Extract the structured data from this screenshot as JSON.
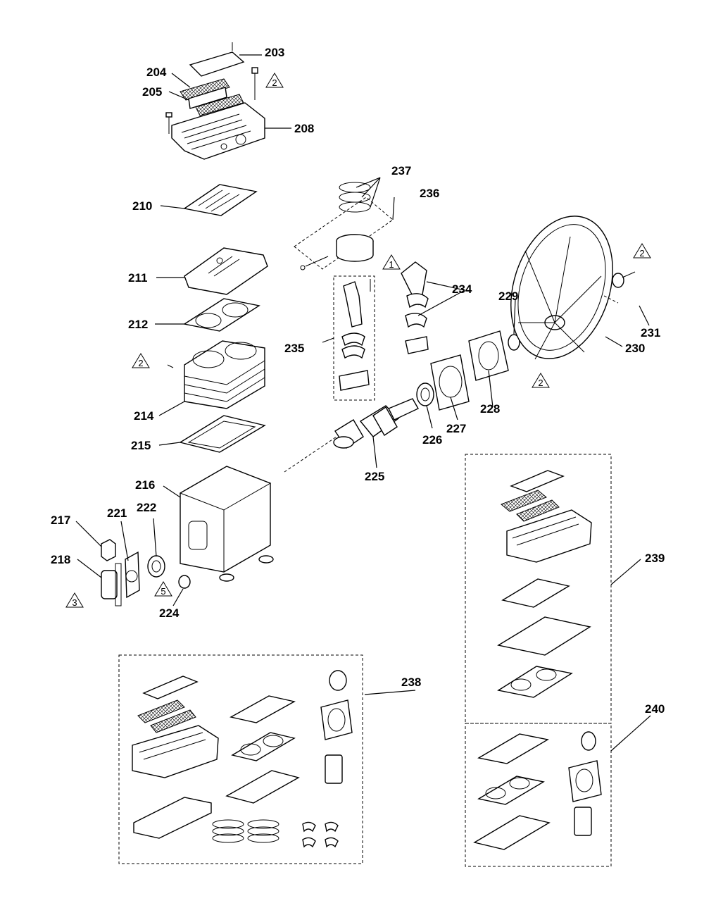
{
  "parts": [
    {
      "id": "cylinder-head",
      "number": "203"
    },
    {
      "id": "filter-element-a",
      "number": "204"
    },
    {
      "id": "filter-element-b",
      "number": "205"
    },
    {
      "id": "head-assembly",
      "number": "208"
    },
    {
      "id": "valve-gasket-top",
      "number": "210"
    },
    {
      "id": "valve-plate",
      "number": "211"
    },
    {
      "id": "head-gasket",
      "number": "212"
    },
    {
      "id": "cylinder",
      "number": "214"
    },
    {
      "id": "cylinder-gasket",
      "number": "215"
    },
    {
      "id": "crankcase",
      "number": "216"
    },
    {
      "id": "breather",
      "number": "217"
    },
    {
      "id": "sight-glass",
      "number": "218"
    },
    {
      "id": "cover-gasket",
      "number": "221"
    },
    {
      "id": "bearing-left",
      "number": "222"
    },
    {
      "id": "drain-plug",
      "number": "224"
    },
    {
      "id": "crankshaft",
      "number": "225"
    },
    {
      "id": "bearing-right",
      "number": "226"
    },
    {
      "id": "bearing-gasket",
      "number": "227"
    },
    {
      "id": "bearing-housing",
      "number": "228"
    },
    {
      "id": "oil-seal",
      "number": "229"
    },
    {
      "id": "flywheel",
      "number": "230"
    },
    {
      "id": "key",
      "number": "231"
    },
    {
      "id": "rod-bearing",
      "number": "234"
    },
    {
      "id": "connecting-rod-assy",
      "number": "235"
    },
    {
      "id": "piston-assy",
      "number": "236"
    },
    {
      "id": "piston-rings",
      "number": "237"
    },
    {
      "id": "gasket-kit",
      "number": "238"
    },
    {
      "id": "head-kit",
      "number": "239"
    },
    {
      "id": "gasket-set",
      "number": "240"
    }
  ],
  "notes": [
    {
      "id": "note-a",
      "text": "2"
    },
    {
      "id": "note-b",
      "text": "1"
    },
    {
      "id": "note-c",
      "text": "2"
    },
    {
      "id": "note-d",
      "text": "2"
    },
    {
      "id": "note-e",
      "text": "2"
    },
    {
      "id": "note-f",
      "text": "5"
    },
    {
      "id": "note-g",
      "text": "3"
    }
  ]
}
